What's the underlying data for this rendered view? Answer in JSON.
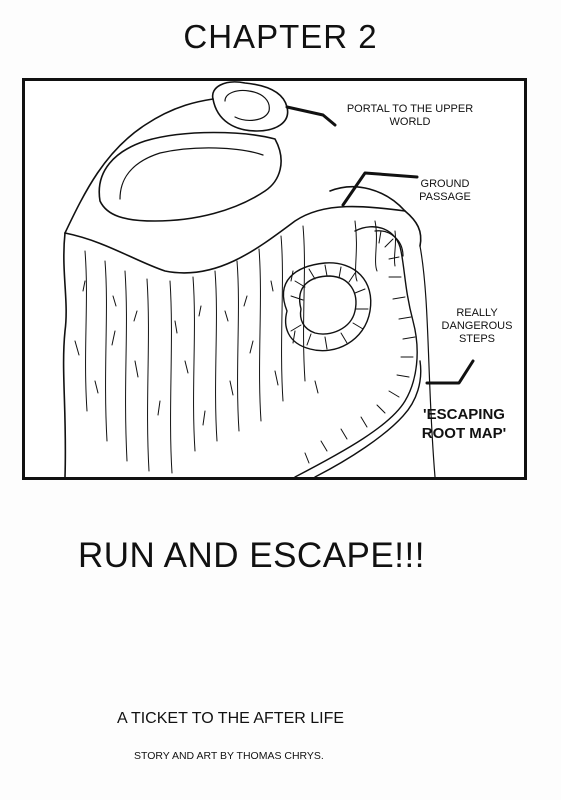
{
  "page": {
    "chapter_title": "CHAPTER 2",
    "headline": "RUN AND ESCAPE!!!",
    "book_title": "A TICKET TO THE AFTER LIFE",
    "credit": "STORY AND ART BY THOMAS CHRYS."
  },
  "illustration": {
    "labels": {
      "portal_line1": "PORTAL TO THE UPPER",
      "portal_line2": "WORLD",
      "ground_line1": "GROUND",
      "ground_line2": "PASSAGE",
      "steps_line1": "REALLY",
      "steps_line2": "DANGEROUS",
      "steps_line3": "STEPS",
      "map_line1": "'ESCAPING",
      "map_line2": "ROOT MAP'"
    }
  }
}
